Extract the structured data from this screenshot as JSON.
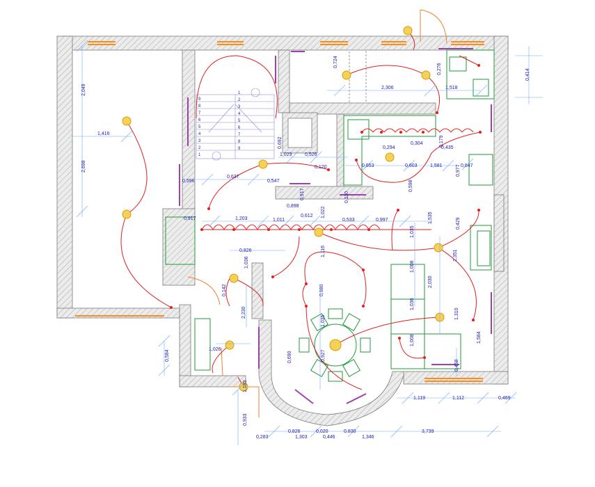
{
  "colors": {
    "wall_fill": "#e6e6e6",
    "wall_line": "#7a7a7a",
    "dimension": "#1a1ab0",
    "extension": "#6ea8ff",
    "wiring": "#e02020",
    "light_fill": "#f5d05a",
    "light_stroke": "#d4a000",
    "furniture": "#1f9a3a",
    "window": "#ff8c1a",
    "fixture": "#a040b0",
    "door": "#f08030",
    "stair": "#8a8ad8"
  },
  "stairs": {
    "steps_left": [
      "9",
      "8",
      "7",
      "6",
      "5",
      "4",
      "3",
      "2",
      "1"
    ],
    "steps_right": [
      "1",
      "2",
      "3",
      "4",
      "5",
      "6",
      "7",
      "8",
      "9"
    ]
  },
  "dimensions": {
    "d1": "2,049",
    "d2": "1,416",
    "d3": "2,698",
    "d4": "0,724",
    "d5": "2,306",
    "d6": "0,276",
    "d7": "1,518",
    "d8": "0,414",
    "d9": "0,692",
    "d10": "1,029",
    "d11": "0,526",
    "d12": "0,120",
    "d13": "0,294",
    "d14": "0,304",
    "d15": "0,179",
    "d16": "0,435",
    "d17": "0,653",
    "d18": "0,603",
    "d19": "1,581",
    "d20": "0,977",
    "d21": "0,647",
    "d22": "0,596",
    "d23": "0,637",
    "d24": "0,547",
    "d25": "0,917",
    "d26": "0,898",
    "d27": "0,110",
    "d28": "0,598",
    "d29": "0,917",
    "d30": "1,203",
    "d31": "1,011",
    "d32": "0,612",
    "d33": "1,022",
    "d34": "0,533",
    "d35": "0,997",
    "d36": "1,035",
    "d37": "1,535",
    "d38": "0,429",
    "d39": "0,826",
    "d40": "1,116",
    "d41": "2,351",
    "d42": "1,036",
    "d43": "0,142",
    "d44": "1,008",
    "d45": "2,030",
    "d46": "0,980",
    "d47": "2,230",
    "d48": "1,036",
    "d49": "1,310",
    "d50": "1,035",
    "d51": "0,584",
    "d52": "1,026",
    "d53": "0,927",
    "d54": "1,008",
    "d55": "1,584",
    "d56": "0,690",
    "d57": "0,458",
    "d58": "1,183",
    "d59": "1,119",
    "d60": "1,112",
    "d61": "0,469",
    "d62": "0,933",
    "d63": "0,826",
    "d64": "0,020",
    "d65": "0,830",
    "d66": "0,283",
    "d67": "1,303",
    "d68": "0,446",
    "d69": "1,346",
    "d70": "3,739"
  }
}
